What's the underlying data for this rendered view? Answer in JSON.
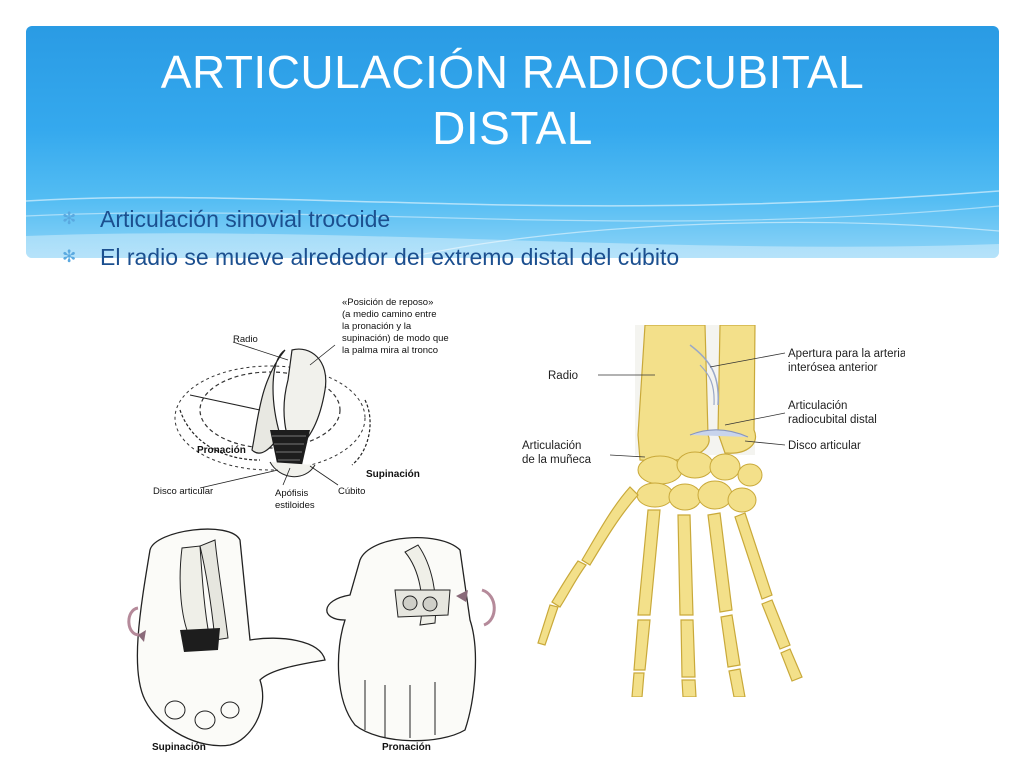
{
  "slide": {
    "title_line1": "ARTICULACIÓN RADIOCUBITAL",
    "title_line2": "DISTAL",
    "bullets": [
      "Articulación sinovial trocoide",
      "El radio se mueve alrededor del extremo distal del cúbito"
    ],
    "bullet_icon": "asterisk-icon",
    "colors": {
      "banner": "#2a9be4",
      "bullet_text": "#1b4f8f",
      "bullet_icon": "#5aa9e0",
      "bone": "#f3e08a"
    }
  },
  "figure_left": {
    "rest_position_label": [
      "«Posición de reposo»",
      "(a medio camino entre",
      "la pronación y la",
      "supinación) de modo que",
      "la palma mira al tronco"
    ],
    "radio": "Radio",
    "pronacion": "Pronación",
    "supinacion": "Supinación",
    "disco_articular": "Disco articular",
    "apofisis": [
      "Apófisis",
      "estiloides"
    ],
    "cubito": "Cúbito",
    "caption_supinacion": "Supinación",
    "caption_pronacion": "Pronación"
  },
  "figure_right": {
    "radio": "Radio",
    "apertura": [
      "Apertura para la arteria",
      "interósea anterior"
    ],
    "articulacion_radiocubital": [
      "Articulación",
      "radiocubital distal"
    ],
    "disco_articular": "Disco articular",
    "articulacion_muneca": [
      "Articulación",
      "de la muñeca"
    ]
  }
}
